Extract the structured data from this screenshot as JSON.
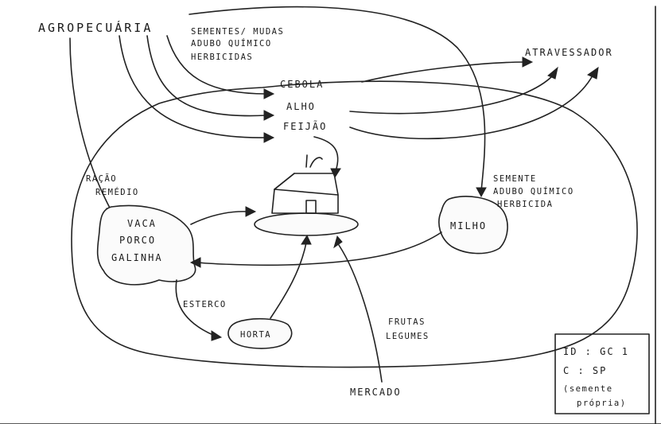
{
  "labels": {
    "agropecuaria": "AGROPECUÁRIA",
    "inputs_line1": "SEMENTES/ MUDAS",
    "inputs_line2": "ADUBO QUÍMICO",
    "inputs_line3": "HERBICIDAS",
    "cebola": "CEBOLA",
    "alho": "ALHO",
    "feijao": "FEIJÃO",
    "atravessador": "ATRAVESSADOR",
    "racao": "RAÇÃO",
    "remedio": "REMÉDIO",
    "animals_1": "VACA",
    "animals_2": "PORCO",
    "animals_3": "GALINHA",
    "milho": "MILHO",
    "milho_inputs_1": "SEMENTE",
    "milho_inputs_2": "ADUBO QUÍMICO",
    "milho_inputs_3": "HERBICIDA",
    "esterco": "ESTERCO",
    "horta": "HORTA",
    "frutas": "FRUTAS",
    "legumes": "LEGUMES",
    "mercado": "MERCADO"
  },
  "legend_box": {
    "id_line": "ID : GC 1",
    "c_line": "C : SP",
    "note_1": "(semente",
    "note_2": "própria)"
  }
}
